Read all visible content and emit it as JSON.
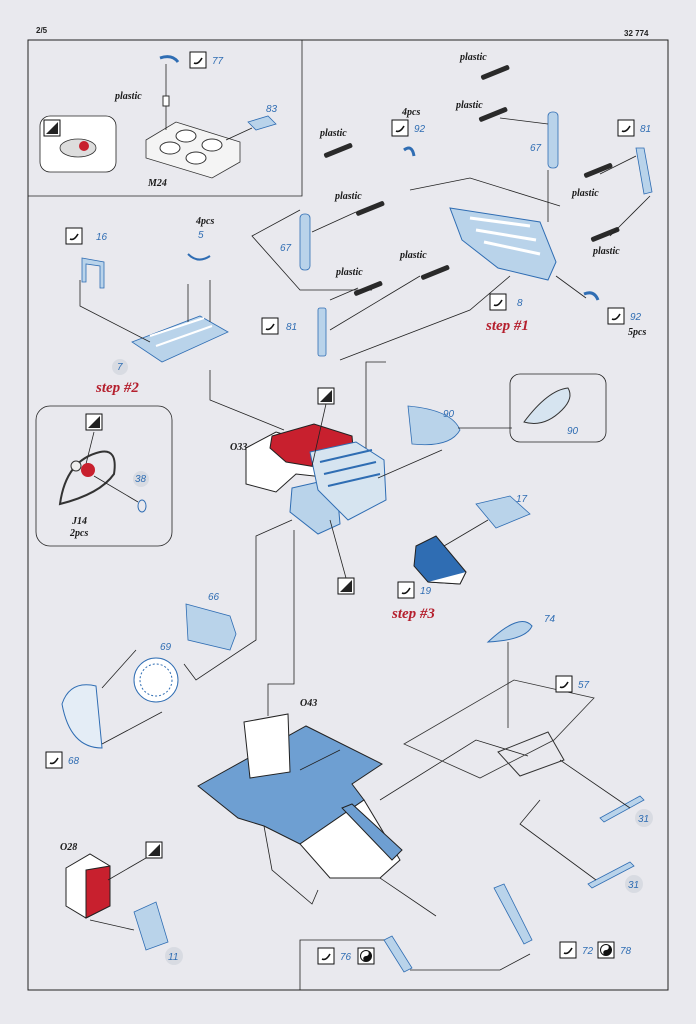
{
  "header": {
    "page": "2/5",
    "code": "32 774"
  },
  "steps": {
    "step1": "step #1",
    "step2": "step #2",
    "step3": "step #3"
  },
  "labels": {
    "plastic": "plastic",
    "m24": "M24",
    "o33": "O33",
    "o43": "O43",
    "o28": "O28",
    "j14": "J14",
    "j14_qty": "2pcs",
    "qty_4pcs": "4pcs",
    "qty_5pcs": "5pcs"
  },
  "part_numbers": {
    "p77": "77",
    "p83": "83",
    "p92": "92",
    "p81": "81",
    "p67": "67",
    "p16": "16",
    "p5": "5",
    "p7": "7",
    "p8": "8",
    "p90": "90",
    "p38": "38",
    "p17": "17",
    "p19": "19",
    "p66": "66",
    "p69": "69",
    "p68": "68",
    "p74": "74",
    "p57": "57",
    "p31": "31",
    "p11": "11",
    "p76": "76",
    "p72": "72",
    "p78": "78"
  },
  "colors": {
    "part_fill": "#b9d3ea",
    "part_stroke": "#2f6db3",
    "red": "#c8202e",
    "step_text": "#b5202e",
    "paper": "#e9e9ee"
  },
  "icons": [
    "bend-icon",
    "fold-icon",
    "yin-yang-icon"
  ]
}
